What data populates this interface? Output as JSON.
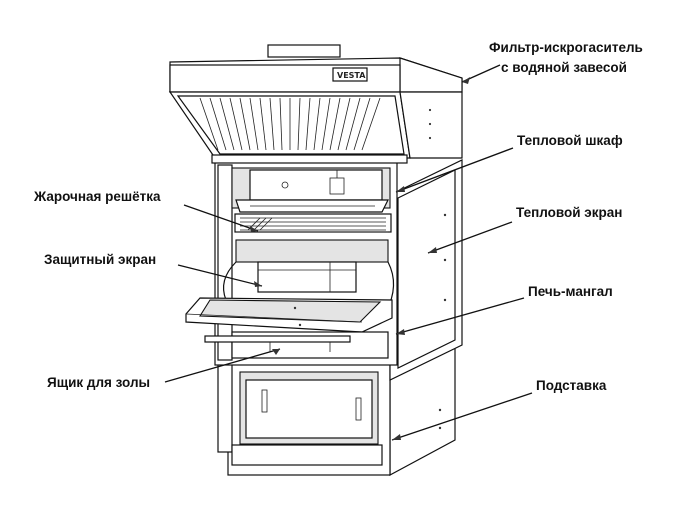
{
  "brand": "VESTA",
  "labels": {
    "filter_line1": "Фильтр-искрогаситель",
    "filter_line2": "с водяной завесой",
    "heat_cabinet": "Тепловой шкаф",
    "grill_grate": "Жарочная решётка",
    "heat_screen": "Тепловой экран",
    "protective_screen": "Защитный экран",
    "oven_brazier": "Печь-мангал",
    "ash_box": "Ящик для золы",
    "stand": "Подставка"
  }
}
